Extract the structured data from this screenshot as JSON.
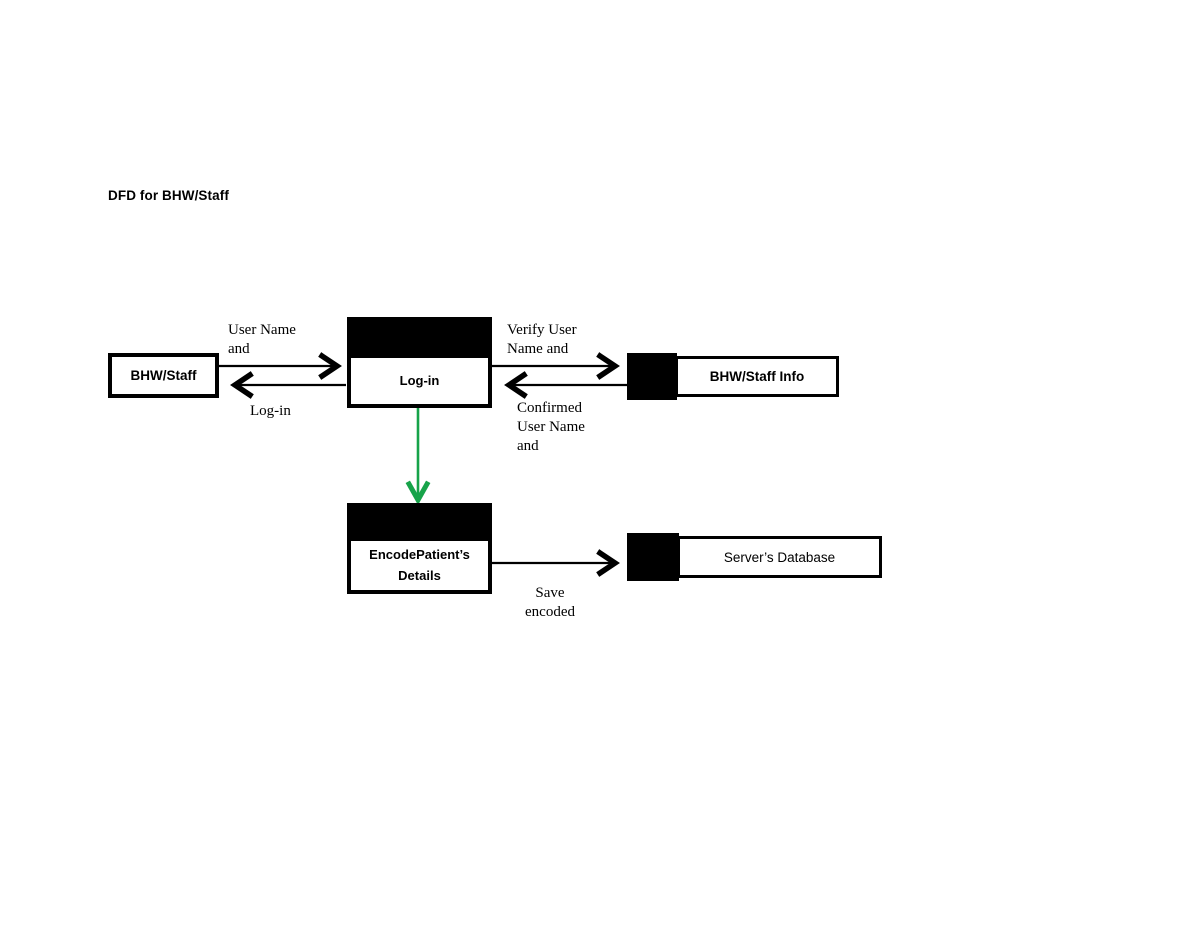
{
  "page": {
    "title": "DFD for BHW/Staff",
    "background_color": "#ffffff",
    "ink_color": "#000000",
    "accent_color": "#17a34a"
  },
  "nodes": {
    "external_entity": {
      "type": "external-entity",
      "label": "BHW/Staff"
    },
    "process_login": {
      "type": "process",
      "label": "Log-in"
    },
    "process_encode": {
      "type": "process",
      "label_line1": "EncodePatient’s",
      "label_line2": "Details"
    },
    "store_staff_info": {
      "type": "data-store",
      "label": "BHW/Staff Info"
    },
    "store_server_db": {
      "type": "data-store",
      "label": "Server’s Database"
    }
  },
  "flows": [
    {
      "id": "staff-to-login",
      "label": "User Name\nand",
      "from": "BHW/Staff",
      "to": "Log-in",
      "color": "#000000"
    },
    {
      "id": "login-to-staff",
      "label": "Log-in",
      "from": "Log-in",
      "to": "BHW/Staff",
      "color": "#000000"
    },
    {
      "id": "login-to-store",
      "label": "Verify User\nName and",
      "from": "Log-in",
      "to": "BHW/Staff Info",
      "color": "#000000"
    },
    {
      "id": "store-to-login",
      "label": "Confirmed\nUser Name\nand",
      "from": "BHW/Staff Info",
      "to": "Log-in",
      "color": "#000000"
    },
    {
      "id": "login-to-encode",
      "label": "",
      "from": "Log-in",
      "to": "EncodePatient’s Details",
      "color": "#17a34a"
    },
    {
      "id": "encode-to-db",
      "label": "Save\nencoded",
      "from": "EncodePatient’s Details",
      "to": "Server’s Database",
      "color": "#000000"
    }
  ]
}
